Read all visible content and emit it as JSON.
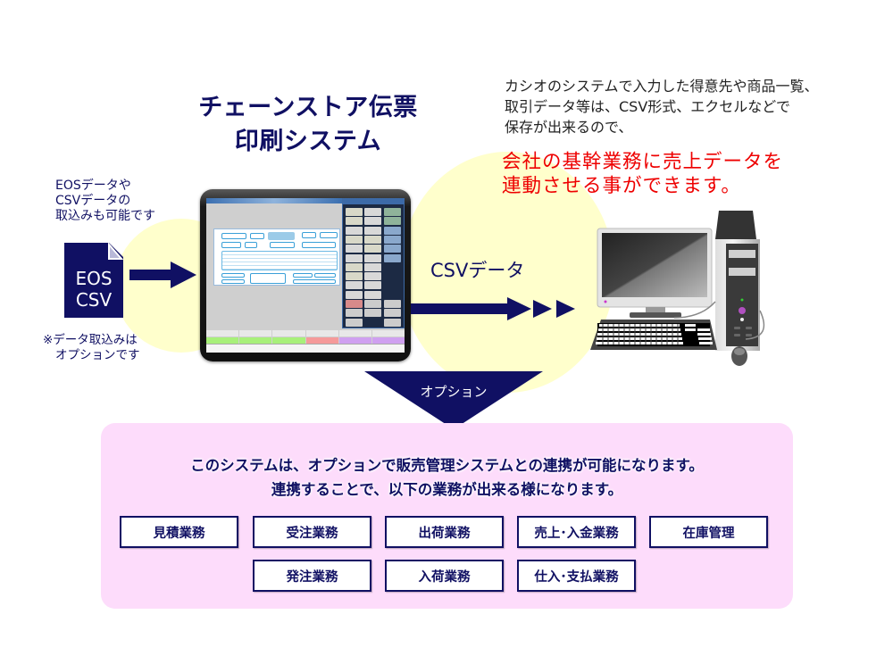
{
  "title": {
    "line1": "チェーンストア伝票",
    "line2": "印刷システム"
  },
  "description": {
    "lines": [
      "カシオのシステムで入力した得意先や商品一覧、",
      "取引データ等は、CSV形式、エクセルなどで",
      "保存が出来るので、"
    ],
    "highlight_lines": [
      "会社の基幹業務に売上データを",
      "連動させる事ができます。"
    ],
    "highlight_color": "#ee0000"
  },
  "import_note": {
    "lines": [
      "EOSデータや",
      "CSVデータの",
      "取込みも可能です"
    ]
  },
  "document_icon": {
    "icon": "document-icon",
    "line1": "EOS",
    "line2": "CSV"
  },
  "import_footnote": {
    "lines": [
      "※データ取込みは",
      "オプションです"
    ]
  },
  "csv_flow": {
    "label": "CSVデータ",
    "icon": "arrow-right-icon"
  },
  "option": {
    "label": "オプション",
    "icon": "triangle-down-icon"
  },
  "option_panel": {
    "line1": "このシステムは、オプションで販売管理システムとの連携が可能になります。",
    "line2": "連携することで、以下の業務が出来る様になります。",
    "tasks_row1": [
      "見積業務",
      "受注業務",
      "出荷業務",
      "売上･入金業務",
      "在庫管理"
    ],
    "tasks_row2": [
      "発注業務",
      "入荷業務",
      "仕入･支払業務"
    ]
  },
  "colors": {
    "navy": "#101063",
    "glow": "#ffffcc",
    "panel_bg": "#fddcfb"
  }
}
